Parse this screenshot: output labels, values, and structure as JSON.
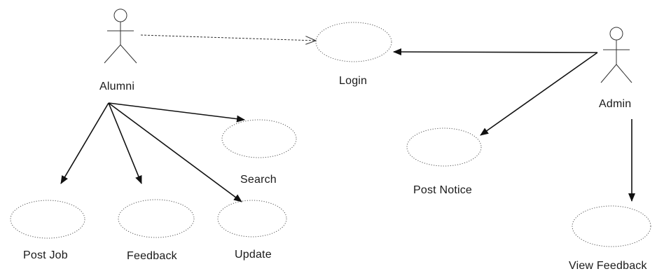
{
  "diagram": {
    "actors": {
      "alumni": "Alumni",
      "admin": "Admin"
    },
    "use_cases": {
      "login": "Login",
      "search": "Search",
      "post_notice": "Post Notice",
      "post_job": "Post Job",
      "feedback": "Feedback",
      "update": "Update",
      "view_feedback": "View Feedback"
    }
  }
}
